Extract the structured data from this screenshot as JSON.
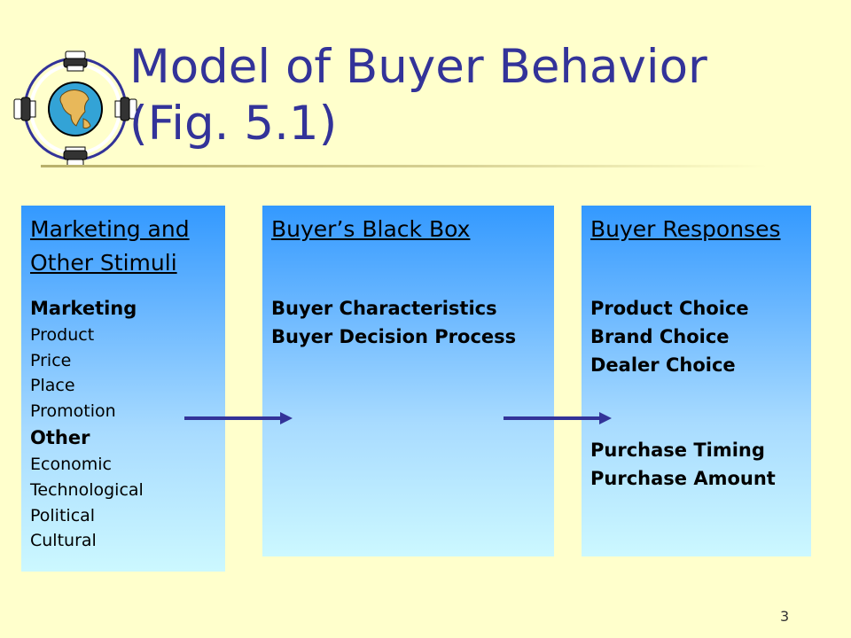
{
  "title": {
    "line1": "Model of Buyer Behavior",
    "line2": "(Fig. 5.1)"
  },
  "box_stimuli": {
    "heading_line1": "Marketing and ",
    "heading_line2": "Other Stimuli",
    "marketing_label": "Marketing",
    "marketing_items": [
      "Product",
      "Price",
      "Place",
      "Promotion"
    ],
    "other_label": "Other",
    "other_items": [
      "Economic",
      "Technological",
      "Political",
      "Cultural"
    ]
  },
  "box_black_box": {
    "heading": "Buyer’s Black Box",
    "items": [
      "Buyer Characteristics",
      "Buyer Decision Process"
    ]
  },
  "box_responses": {
    "heading": "Buyer Responses",
    "items_group1": [
      "Product Choice",
      "Brand Choice",
      "Dealer Choice"
    ],
    "items_group2": [
      "Purchase Timing",
      "Purchase Amount"
    ]
  },
  "page_number": "3",
  "colors": {
    "background": "#FFFFCC",
    "title": "#333399",
    "box_top": "#3399FF",
    "box_bottom": "#CCF8FF",
    "arrow": "#333399"
  },
  "icons": {
    "logo": "globe-icon"
  }
}
